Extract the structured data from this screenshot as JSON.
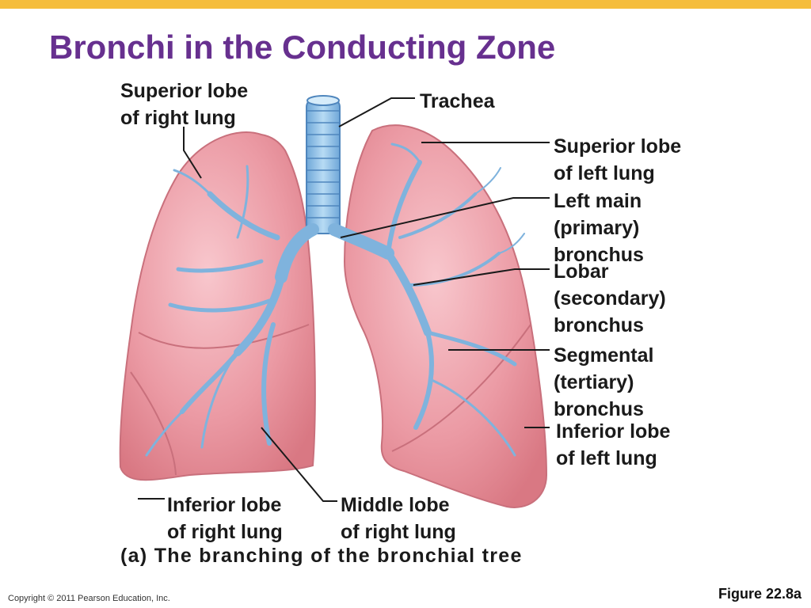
{
  "slide": {
    "title": "Bronchi in the Conducting Zone",
    "accent_bar_color": "#f5bd3c",
    "title_color": "#67308f"
  },
  "figure": {
    "labels": {
      "superior_lobe_right": "Superior lobe\nof right lung",
      "trachea": "Trachea",
      "superior_lobe_left": "Superior lobe\nof left lung",
      "left_main_bronchus": "Left main\n(primary)\nbronchus",
      "lobar_bronchus": "Lobar\n(secondary)\nbronchus",
      "segmental_bronchus": "Segmental\n(tertiary)\nbronchus",
      "inferior_lobe_left": "Inferior lobe\nof left lung",
      "inferior_lobe_right": "Inferior lobe\nof right lung",
      "middle_lobe_right": "Middle lobe\nof right lung"
    },
    "caption": "(a) The branching of the bronchial tree",
    "colors": {
      "lung": "#eb9aa4",
      "bronchi": "#7fb3dd",
      "leader_line": "#1a1a1a"
    }
  },
  "footer": {
    "copyright": "Copyright © 2011 Pearson Education, Inc.",
    "figure_number": "Figure 22.8a"
  }
}
